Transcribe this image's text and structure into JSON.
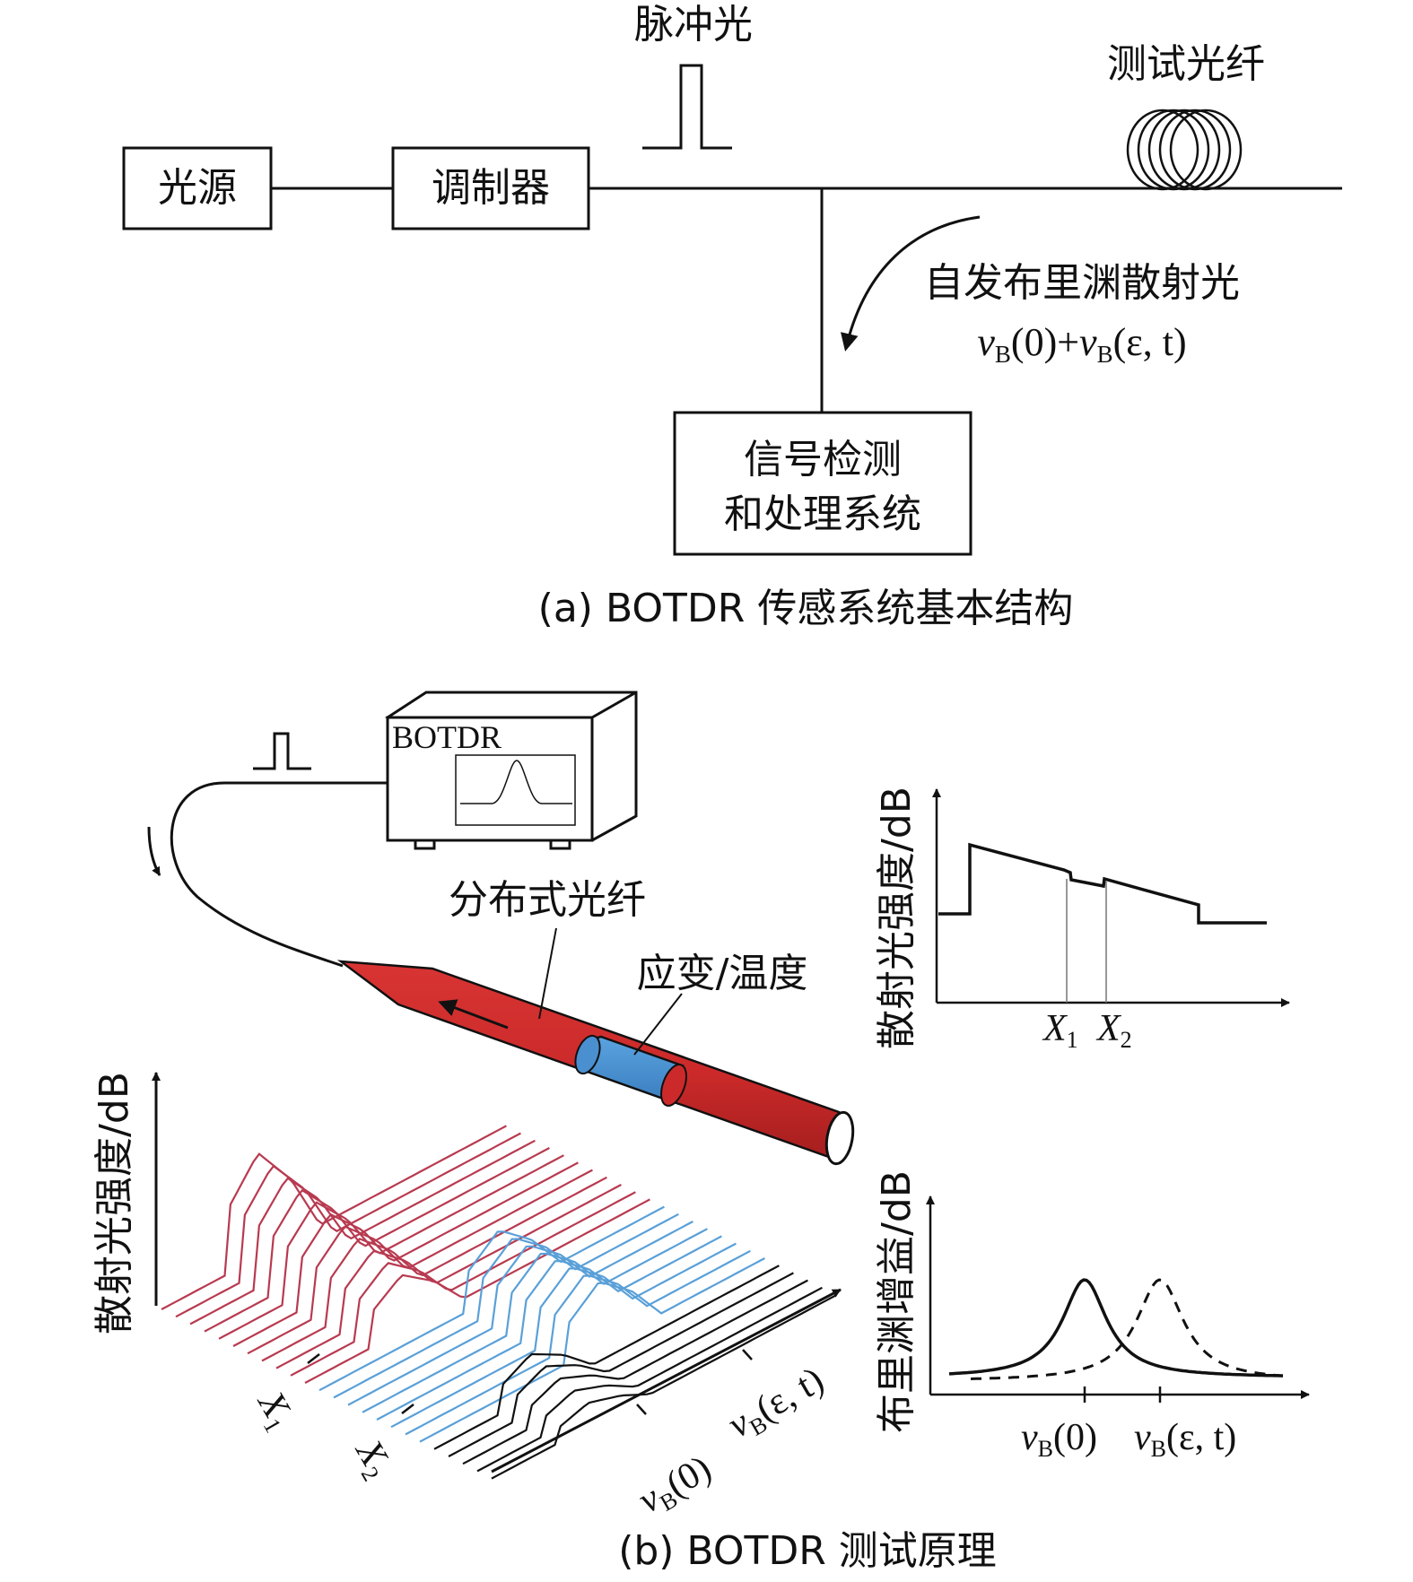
{
  "part_a": {
    "blocks": {
      "light_source": "光源",
      "modulator": "调制器",
      "detector_line1": "信号检测",
      "detector_line2": "和处理系统"
    },
    "pulse_label": "脉冲光",
    "fiber_label": "测试光纤",
    "scatter_label": "自发布里渊散射光",
    "scatter_formula": {
      "nu": "ν",
      "sub": "B",
      "arg0": "(0)+",
      "arg1": "(ε, t)"
    },
    "caption": "(a) BOTDR 传感系统基本结构"
  },
  "part_b": {
    "instrument_label": "BOTDR",
    "fiber_label": "分布式光纤",
    "strain_label": "应变/温度",
    "waterfall": {
      "y_axis": "散射光强度/dB",
      "x_ticks": [
        "X",
        "X"
      ],
      "x_subs": [
        "1",
        "2"
      ],
      "f_ticks": [
        "(0)",
        "(ε, t)"
      ]
    },
    "intensity_chart": {
      "y_axis": "散射光强度/dB",
      "x_ticks": [
        "X",
        "X"
      ],
      "x_subs": [
        "1",
        "2"
      ]
    },
    "gain_chart": {
      "y_axis": "布里渊增益/dB",
      "x_ticks": [
        "(0)",
        "(ε, t)"
      ]
    },
    "caption": "(b) BOTDR 测试原理"
  },
  "colors": {
    "fiber_red": "#cc2a2a",
    "strain_blue": "#4a8fd0",
    "trace_red": "#b83a50",
    "trace_blue": "#5aa0d8",
    "line": "#111111"
  }
}
